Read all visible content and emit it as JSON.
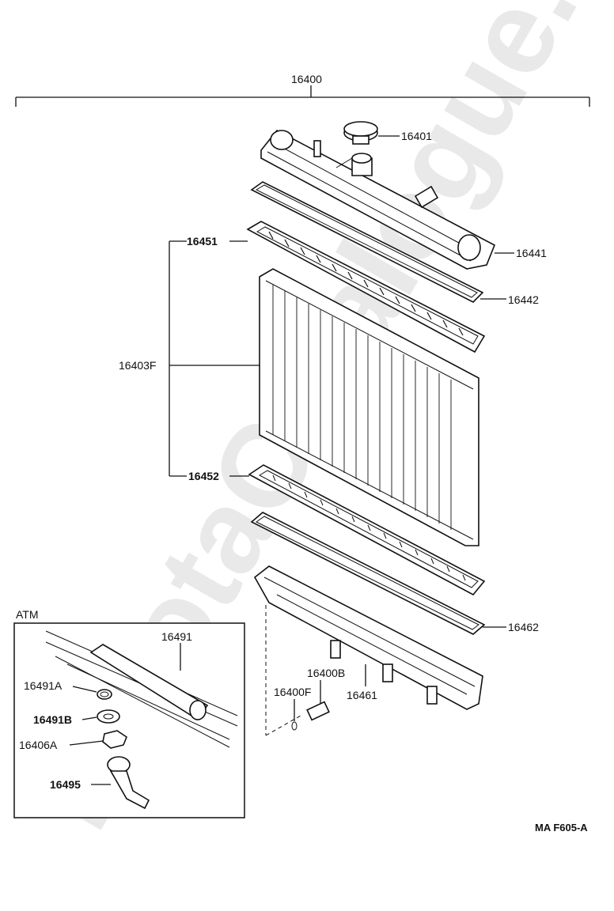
{
  "watermark": "ToyotaCatalogue.ru",
  "assembly_label": "16400",
  "callouts": {
    "cap": "16401",
    "upper_tank": "16441",
    "upper_gasket": "16442",
    "upper_plate": "16451",
    "core": "16403F",
    "lower_plate": "16452",
    "lower_gasket": "16462",
    "lower_tank": "16461",
    "drain_cock": "16400B",
    "drain_oring": "16400F"
  },
  "atm_box": {
    "title": "ATM",
    "callouts": {
      "pipe": "16491",
      "gasket_a": "16491A",
      "gasket_b": "16491B",
      "nut": "16406A",
      "hose": "16495"
    }
  },
  "figure_code": "MA F605-A"
}
